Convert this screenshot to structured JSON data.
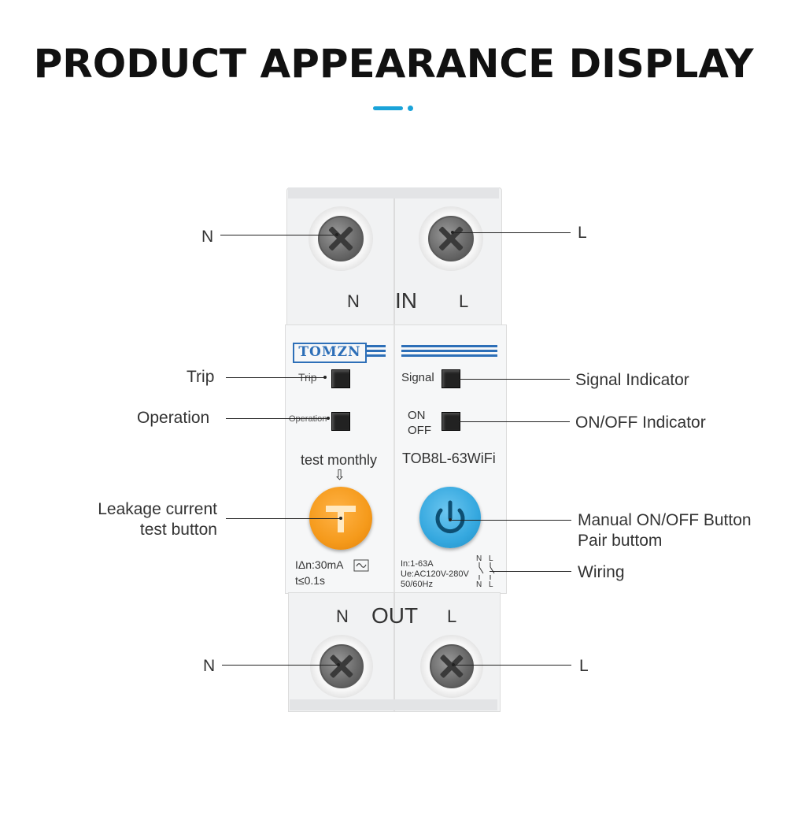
{
  "title": "PRODUCT APPEARANCE DISPLAY",
  "accent_color": "#1aa3d9",
  "callouts": {
    "top_n": "N",
    "top_l": "L",
    "trip": "Trip",
    "operation": "Operation",
    "leakage_line1": "Leakage current",
    "leakage_line2": "test button",
    "signal_indicator": "Signal Indicator",
    "onoff_indicator": "ON/OFF Indicator",
    "manual_line1": "Manual ON/OFF Button",
    "manual_line2": "Pair buttom",
    "wiring": "Wiring",
    "bottom_n": "N",
    "bottom_l": "L"
  },
  "device": {
    "in_n": "N",
    "in_label": "IN",
    "in_l": "L",
    "brand": "TOMZN",
    "trip_label": "Trip",
    "operation_label": "Operation",
    "signal_label": "Signal",
    "on_label": "ON",
    "off_label": "OFF",
    "test_monthly": "test monthly",
    "test_arrow": "⇩",
    "model": "TOB8L-63WiFi",
    "leak_rating": "IΔn:30mA",
    "trip_time": "t≤0.1s",
    "in_rating": "In:1-63A",
    "voltage": "Ue:AC120V-280V",
    "frequency": "50/60Hz",
    "out_n": "N",
    "out_label": "OUT",
    "out_l": "L",
    "colors": {
      "test_button": "#f59a1b",
      "power_button": "#35a8df",
      "brand_blue": "#2d6fb8"
    },
    "icons": [
      "screw-icon",
      "power-icon",
      "test-t-icon",
      "ac-wave-icon",
      "switch-schematic-icon"
    ]
  }
}
